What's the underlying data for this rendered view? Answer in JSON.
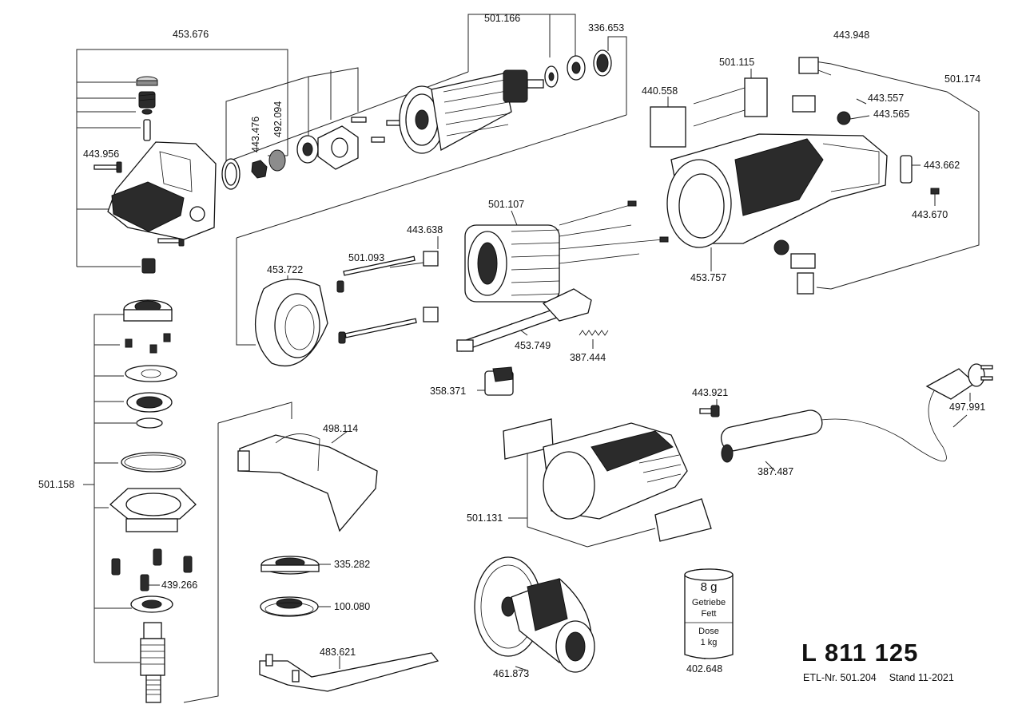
{
  "title": "L 811 125",
  "etl_label": "ETL-Nr. 501.204",
  "stand_label": "Stand 11-2021",
  "grease": {
    "amount": "8 g",
    "line1": "Getriebe",
    "line2": "Fett",
    "line3": "Dose",
    "line4": "1 kg"
  },
  "parts": {
    "p453676": "453.676",
    "p501166": "501.166",
    "p336653": "336.653",
    "p443948": "443.948",
    "p501115": "501.115",
    "p501174": "501.174",
    "p440558": "440.558",
    "p443557": "443.557",
    "p443565": "443.565",
    "p443476": "443.476",
    "p492094": "492.094",
    "p443956": "443.956",
    "p443662": "443.662",
    "p443670": "443.670",
    "p501107": "501.107",
    "p443638": "443.638",
    "p501093": "501.093",
    "p453722": "453.722",
    "p453757": "453.757",
    "p453749": "453.749",
    "p387444": "387.444",
    "p358371": "358.371",
    "p443921": "443.921",
    "p498114": "498.114",
    "p497991": "497.991",
    "p387487": "387.487",
    "p501131": "501.131",
    "p501158": "501.158",
    "p335282": "335.282",
    "p100080": "100.080",
    "p439266": "439.266",
    "p483621": "483.621",
    "p461873": "461.873",
    "p402648": "402.648"
  }
}
